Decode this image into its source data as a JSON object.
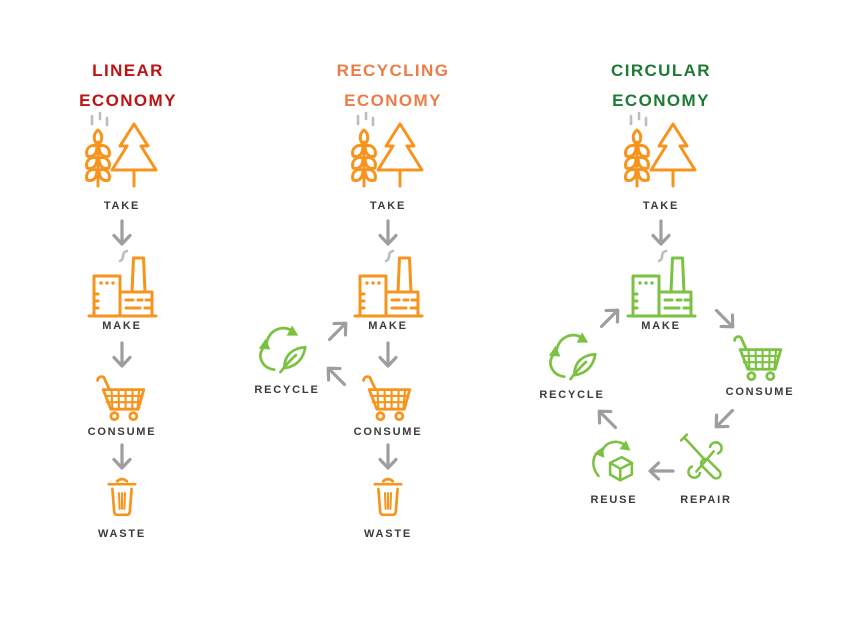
{
  "diagram": {
    "columns": [
      {
        "id": "linear",
        "title_line1": "LINEAR",
        "title_line2": "ECONOMY",
        "title_color": "#C01212",
        "steps": {
          "take": "TAKE",
          "make": "MAKE",
          "consume": "CONSUME",
          "waste": "WASTE"
        }
      },
      {
        "id": "recycling",
        "title_line1": "RECYCLING",
        "title_line2": "ECONOMY",
        "title_color": "#ED7D46",
        "steps": {
          "take": "TAKE",
          "make": "MAKE",
          "consume": "CONSUME",
          "waste": "WASTE",
          "recycle": "RECYCLE"
        }
      },
      {
        "id": "circular",
        "title_line1": "CIRCULAR",
        "title_line2": "ECONOMY",
        "title_color": "#1E7B36",
        "steps": {
          "take": "TAKE",
          "make": "MAKE",
          "consume": "CONSUME",
          "repair": "REPAIR",
          "reuse": "REUSE",
          "recycle": "RECYCLE"
        }
      }
    ],
    "icons": {
      "take": "wheat-and-tree-icon",
      "make": "factory-icon",
      "consume": "shopping-cart-icon",
      "waste": "trash-bin-icon",
      "recycle": "recycle-leaf-icon",
      "reuse": "cube-arrows-icon",
      "repair": "tools-icon"
    },
    "colors": {
      "icon_orange": "#F7941E",
      "icon_green": "#7CC242",
      "arrow_gray": "#9E9E9E",
      "smoke_gray": "#BDBDBD",
      "label_dark": "#3B3B3B"
    }
  }
}
